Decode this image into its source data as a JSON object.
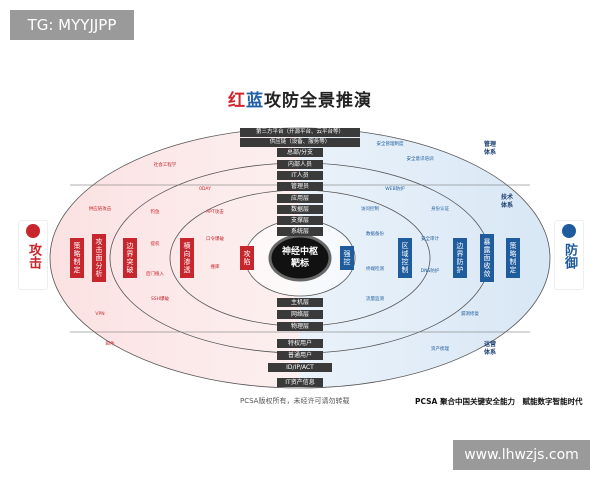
{
  "watermark_top": "TG: MYYJJPP",
  "watermark_bottom": "www.lhwzjs.com",
  "title": {
    "red": "红",
    "blue": "蓝",
    "rest": "攻防全景推演"
  },
  "bg_watermark": "PCSA",
  "stack": [
    "第三方平台（开源平台、云平台等）",
    "供应链（设备、服务等）",
    "总部/分支",
    "内部人员",
    "IT人员",
    "管理员",
    "应用层",
    "数据层",
    "支撑层",
    "系统层",
    "主机层",
    "网络层",
    "物理层",
    "特权用户",
    "普通用户",
    "ID/IP/ACT",
    "IT资产信息"
  ],
  "core": {
    "line1": "神经中枢",
    "line2": "靶标"
  },
  "attack": {
    "title": "攻击",
    "stages": [
      "策略制定",
      "攻击面分析",
      "边界突破",
      "横向渗透",
      "攻陷"
    ],
    "items": [
      "社会工程学",
      "0DAY",
      "APT攻击",
      "钓鱼",
      "口令爆破",
      "撞库",
      "提权",
      "后门植入",
      "供应链攻击",
      "SSH爆破",
      "VPN",
      "邮件"
    ]
  },
  "defense": {
    "title": "防御",
    "stages": [
      "策略制定",
      "暴露面收敛",
      "边界防护",
      "区域控制",
      "强控"
    ],
    "items": [
      "安全管理制度",
      "安全意识培训",
      "WEB防护",
      "访问控制",
      "数据备份",
      "安全审计",
      "终端检测",
      "DNS防护",
      "流量监测",
      "身份认证",
      "漏洞修复",
      "资产梳理"
    ],
    "systems": [
      "管理体系",
      "技术体系",
      "运营体系"
    ]
  },
  "footer": {
    "left": "PCSA版权所有，未经许可请勿转载",
    "right": "PCSA 聚合中国关键安全能力　赋能数字智能时代"
  },
  "colors": {
    "attack": "#c8262d",
    "defense": "#1f5c9e",
    "stack": "#3a3a3a"
  }
}
